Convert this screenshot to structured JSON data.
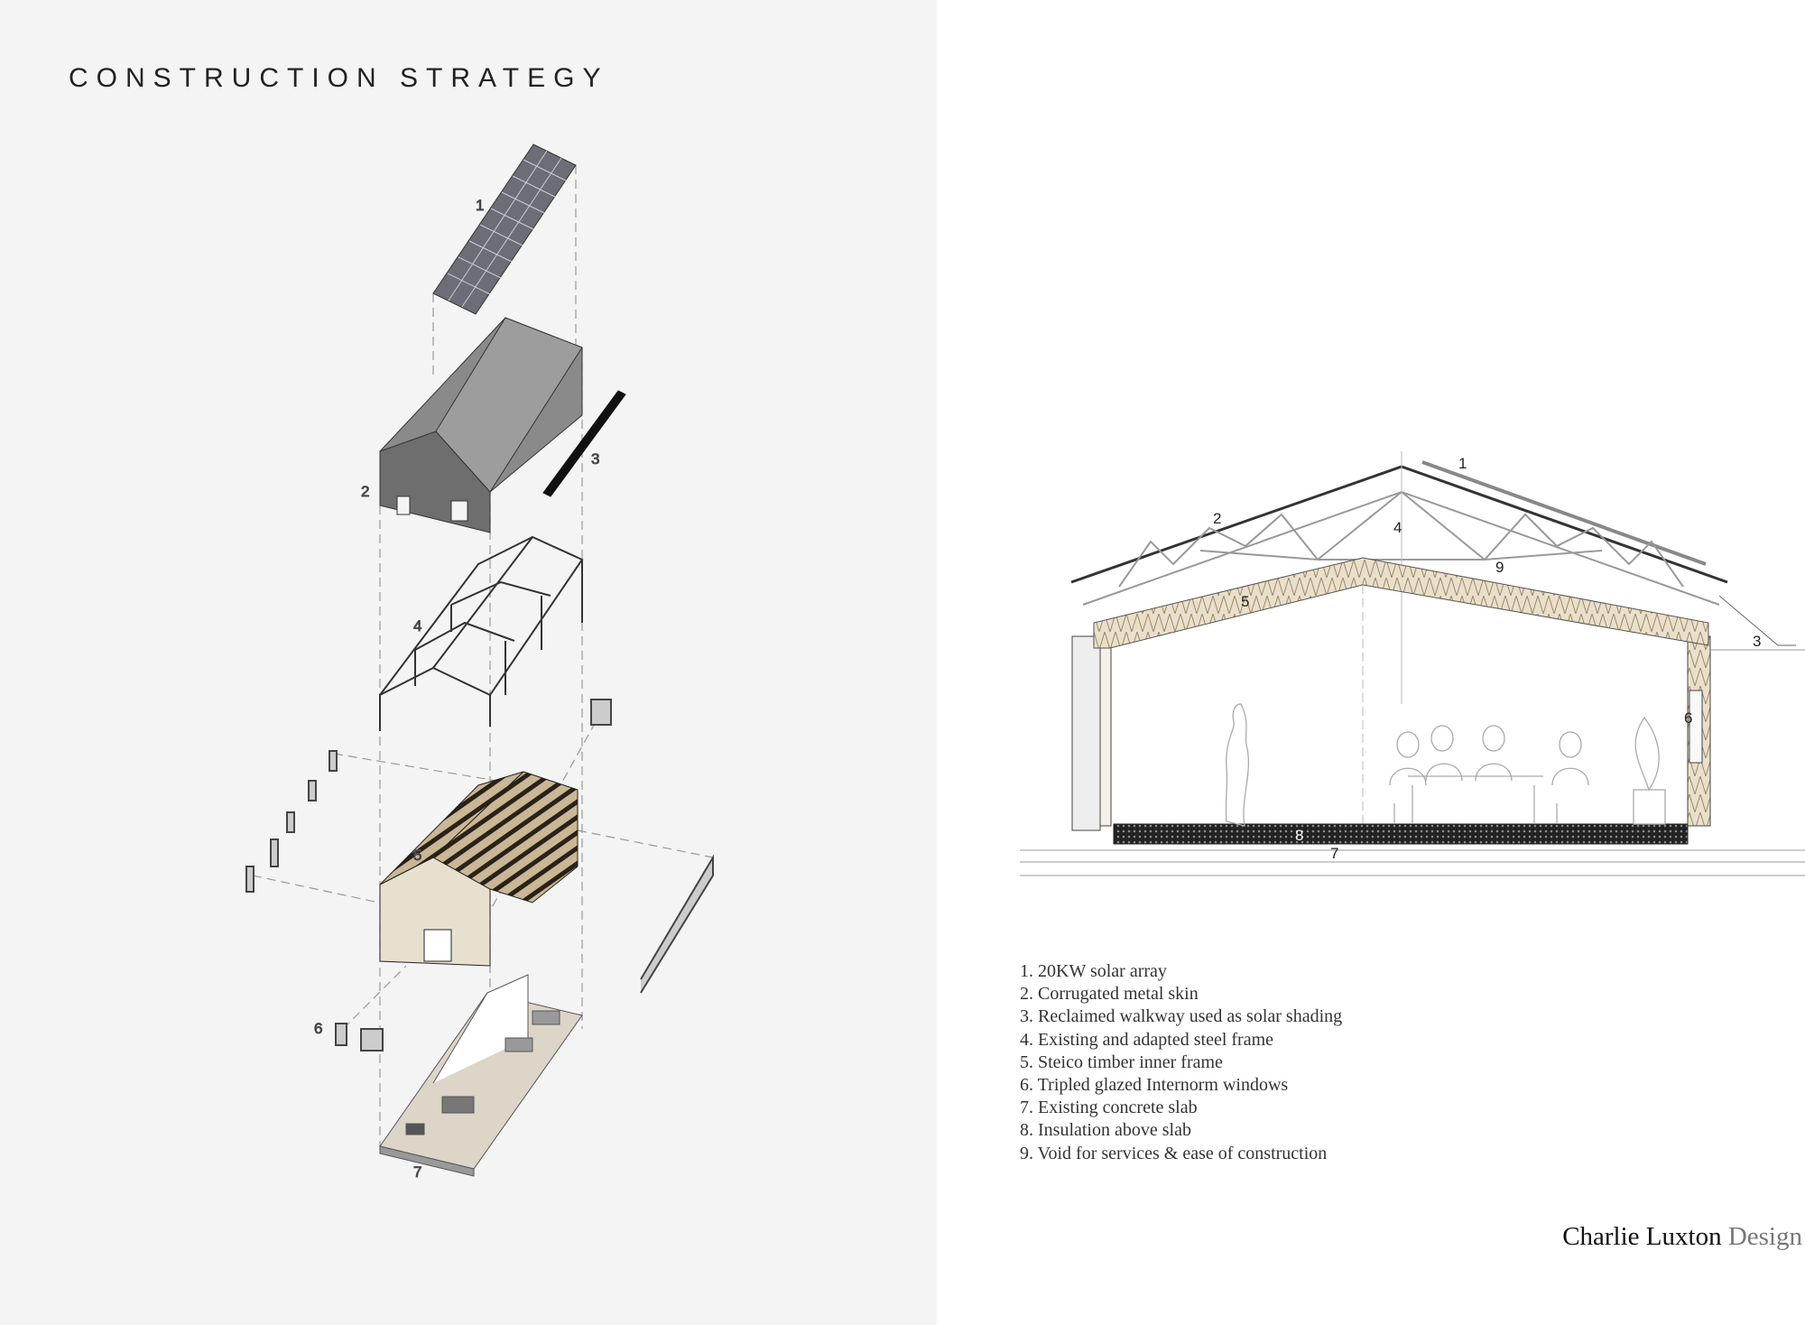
{
  "title": "CONSTRUCTION STRATEGY",
  "axon_labels": [
    "1",
    "2",
    "3",
    "4",
    "5",
    "6",
    "7"
  ],
  "section_labels": [
    "1",
    "2",
    "3",
    "4",
    "5",
    "6",
    "7",
    "8",
    "9"
  ],
  "legend": [
    "1. 20KW solar array",
    "2. Corrugated metal skin",
    "3. Reclaimed walkway used as solar shading",
    "4. Existing and adapted steel frame",
    "5. Steico timber inner frame",
    "6. Tripled glazed Internorm windows",
    "7. Existing concrete slab",
    "8. Insulation above slab",
    "9. Void for services & ease of construction"
  ],
  "signature": {
    "name": "Charlie Luxton",
    "suffix": "Design"
  },
  "colors": {
    "panel": "#f4f4f4",
    "ink": "#222222",
    "insulation": "#d9c9a8"
  }
}
